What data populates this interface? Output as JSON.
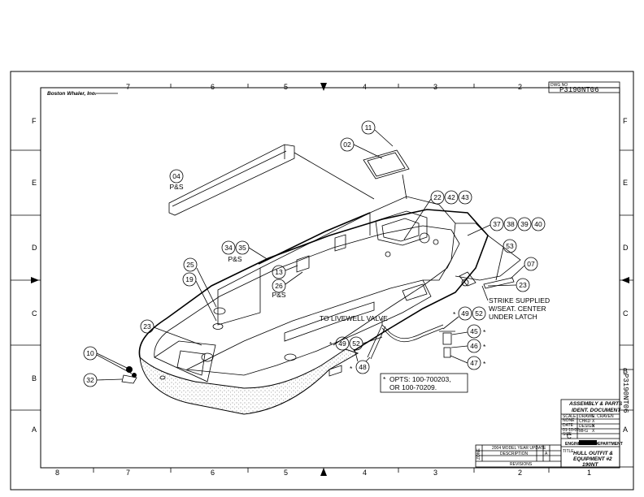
{
  "company": "Boston Whaler, Inc.",
  "drawing_number": "P3190NT06",
  "drawing_number_vertical": "P3190NT06",
  "dwg_no_label": "DWG NO",
  "zones": {
    "columns_top": [
      "7",
      "6",
      "5",
      "4",
      "3",
      "2"
    ],
    "columns_bottom": [
      "8",
      "7",
      "6",
      "5",
      "4",
      "3",
      "2",
      "1"
    ],
    "rows_left": [
      "F",
      "E",
      "D",
      "C",
      "B",
      "A"
    ],
    "rows_right": [
      "F",
      "E",
      "D",
      "C",
      "B",
      "A"
    ]
  },
  "callouts": [
    {
      "id": "c11",
      "text": "11"
    },
    {
      "id": "c02",
      "text": "02"
    },
    {
      "id": "c04",
      "text": "04"
    },
    {
      "id": "c22",
      "text": "22"
    },
    {
      "id": "c42",
      "text": "42"
    },
    {
      "id": "c43",
      "text": "43"
    },
    {
      "id": "c37",
      "text": "37"
    },
    {
      "id": "c38",
      "text": "38"
    },
    {
      "id": "c39",
      "text": "39"
    },
    {
      "id": "c40",
      "text": "40"
    },
    {
      "id": "c34",
      "text": "34"
    },
    {
      "id": "c35",
      "text": "35"
    },
    {
      "id": "c53",
      "text": "53"
    },
    {
      "id": "c25",
      "text": "25"
    },
    {
      "id": "c13",
      "text": "13"
    },
    {
      "id": "c07",
      "text": "07"
    },
    {
      "id": "c19",
      "text": "19"
    },
    {
      "id": "c26",
      "text": "26"
    },
    {
      "id": "c23a",
      "text": "23"
    },
    {
      "id": "c49a",
      "text": "49"
    },
    {
      "id": "c52a",
      "text": "52"
    },
    {
      "id": "c23b",
      "text": "23"
    },
    {
      "id": "c45",
      "text": "45"
    },
    {
      "id": "c10",
      "text": "10"
    },
    {
      "id": "c49b",
      "text": "49"
    },
    {
      "id": "c52b",
      "text": "52"
    },
    {
      "id": "c46",
      "text": "46"
    },
    {
      "id": "c47",
      "text": "47"
    },
    {
      "id": "c48",
      "text": "48"
    },
    {
      "id": "c32",
      "text": "32"
    }
  ],
  "labels": {
    "ps_04": "P&S",
    "ps_34": "P&S",
    "ps_26": "P&S",
    "to_livewell": "TO LIVEWELL VALVE",
    "strike_line1": "STRIKE SUPPLIED",
    "strike_line2": "W/SEAT.  CENTER",
    "strike_line3": "UNDER LATCH",
    "star": "*",
    "opts_line1": "OPTS: 100-700203,",
    "opts_line2": "OR 100-70209."
  },
  "title_block": {
    "doc_type_line1": "ASSEMBLY & PARTS",
    "doc_type_line2": "IDENT. DOCUMENT",
    "drawn_label": "DRAWN",
    "drawn_value": "E. CRAVEN",
    "chkd_label": "CHKD",
    "chkd_value": "X",
    "design_label": "DESIGN",
    "design_value": "X",
    "mfg_label": "MFG",
    "mfg_value": "X",
    "scale_label": "SCALE",
    "scale_value": "NONE",
    "date_label": "DATE",
    "date_value": "01-10-02",
    "size_label": "SIZE",
    "size_value": "C",
    "department": "ENGINEERING DEPARTMENT",
    "title_label": "TITLE",
    "title_line1": "HULL OUTFIT &",
    "title_line2": "EQUIPMENT #2",
    "title_line3": "190NT"
  },
  "revisions": {
    "header": "REVISIONS",
    "row_text": "2004 MODEL YEAR UPDATE",
    "description_label": "DESCRIPTION",
    "zone_label": "ZONE",
    "letter": "A"
  },
  "colors": {
    "line": "#000000",
    "paper": "#ffffff",
    "stipple": "#888888"
  }
}
